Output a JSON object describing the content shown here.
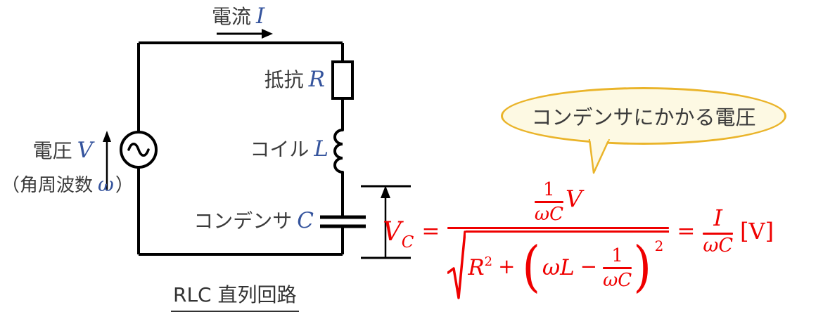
{
  "colors": {
    "wire_black": "#000000",
    "label_gray": "#3b3b3b",
    "variable_blue": "#35549d",
    "formula_red": "#ef0000",
    "bubble_fill": "#fdf9e3",
    "bubble_border": "#eab42a"
  },
  "circuit": {
    "labels": {
      "current": {
        "jp": "電流",
        "var": "I"
      },
      "resistor": {
        "jp": "抵抗",
        "var": "R"
      },
      "inductor": {
        "jp": "コイル",
        "var": "L"
      },
      "capacitor": {
        "jp": "コンデンサ",
        "var": "C"
      },
      "voltage": {
        "jp": "電圧",
        "var": "V"
      },
      "angular_frequency": {
        "pre": "（角周波数",
        "var": "ω",
        "post": "）"
      }
    },
    "caption": "RLC 直列回路"
  },
  "callout": {
    "text": "コンデンサにかかる電圧"
  },
  "formula": {
    "lhs": {
      "base": "V",
      "sub": "C"
    },
    "eq1": "=",
    "frac_main": {
      "numerator": {
        "inner_num": "1",
        "inner_den_omega": "ω",
        "inner_den_c": "C",
        "times_v": "V"
      },
      "denominator": {
        "r": "R",
        "r_exp": "2",
        "plus": "+",
        "lparen": "(",
        "omega": "ω",
        "l": "L",
        "minus": "−",
        "frac_num": "1",
        "frac_den_omega": "ω",
        "frac_den_c": "C",
        "rparen": ")",
        "exp": "2"
      }
    },
    "eq2": "=",
    "rhs": {
      "num": "I",
      "den_omega": "ω",
      "den_c": "C"
    },
    "unit": "[V]"
  }
}
